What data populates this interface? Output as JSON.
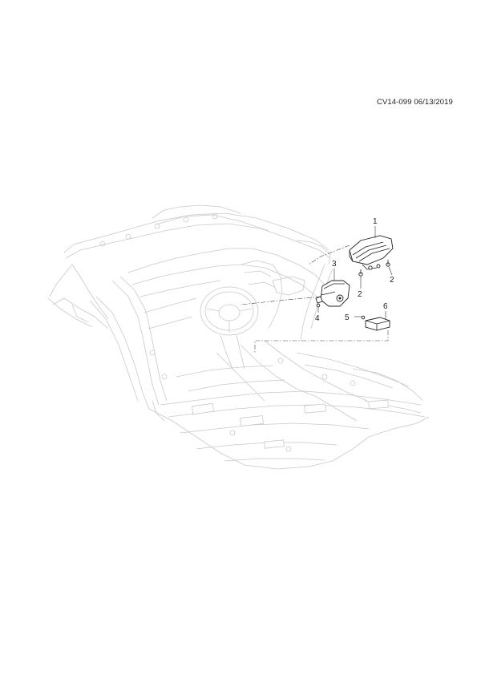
{
  "document": {
    "id_date": "CV14-099 06/13/2019"
  },
  "callouts": [
    {
      "label": "1"
    },
    {
      "label": "2"
    },
    {
      "label": "2"
    },
    {
      "label": "3"
    },
    {
      "label": "4"
    },
    {
      "label": "5"
    },
    {
      "label": "6"
    }
  ]
}
